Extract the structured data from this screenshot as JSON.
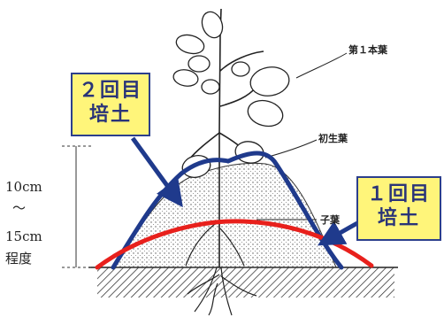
{
  "callouts": {
    "second": {
      "line1": "２回目",
      "line2": "培土",
      "border_color": "#2c3f8c",
      "fill_color": "#fff57a"
    },
    "first": {
      "line1": "１回目",
      "line2": "培土",
      "border_color": "#2c3f8c",
      "fill_color": "#fff57a"
    }
  },
  "labels": {
    "first_leaf": "第１本葉",
    "primary_leaf": "初生葉",
    "cotyledon": "子葉",
    "height_top": "10cm",
    "height_tilde": "～",
    "height_bottom": "15cm",
    "height_approx": "程度"
  },
  "colors": {
    "first_ridging_line": "#e8201c",
    "second_ridging_line": "#1f3a8c",
    "arrow": "#1f3a8c"
  }
}
